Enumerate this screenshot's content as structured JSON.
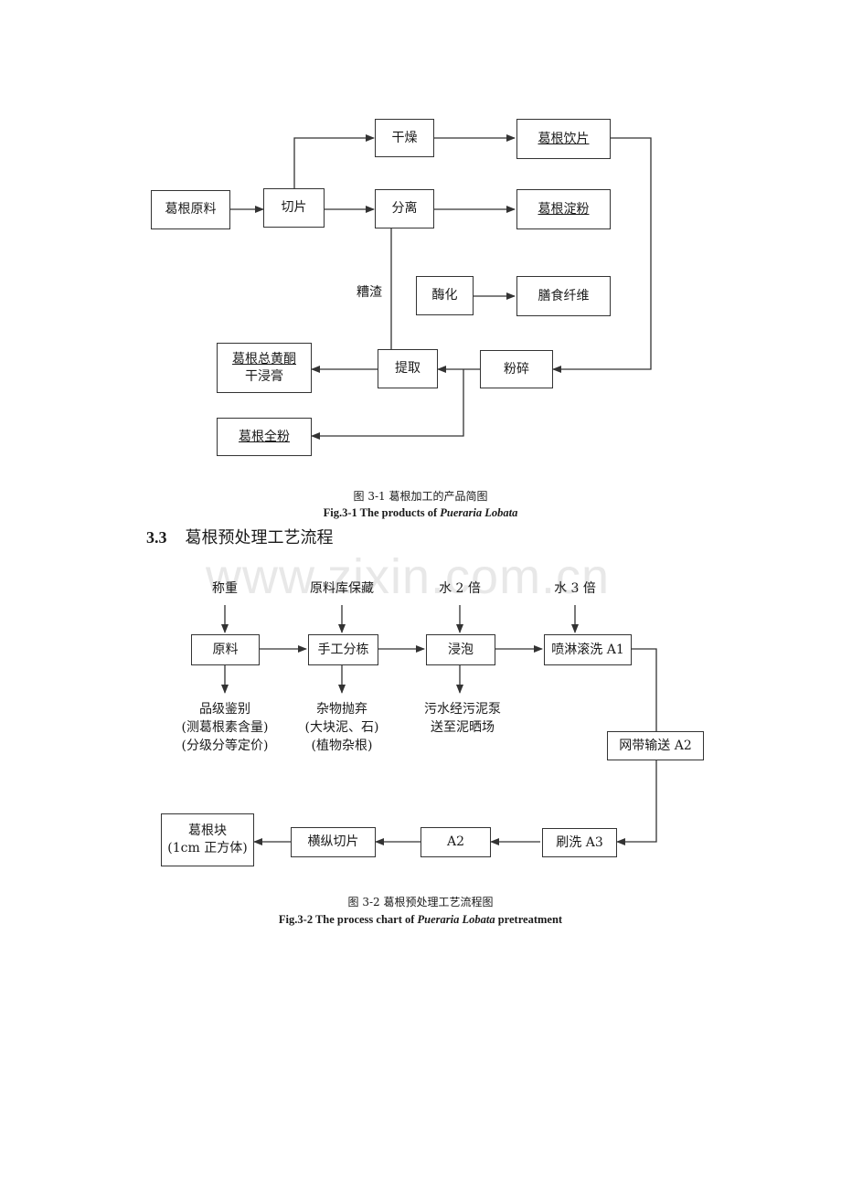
{
  "watermark": "www.zixin.com.cn",
  "fig1": {
    "nodes": {
      "raw": "葛根原料",
      "slice": "切片",
      "dry": "干燥",
      "separate": "分离",
      "drink_slice": "葛根饮片",
      "starch": "葛根淀粉",
      "enzyme": "酶化",
      "fiber": "膳食纤维",
      "extract": "提取",
      "crush": "粉碎",
      "flavone_line1": "葛根总黄酮",
      "flavone_line2": "干浸膏",
      "whole_powder": "葛根全粉"
    },
    "residue_label": "糟渣",
    "caption_cn": "图 3-1  葛根加工的产品简图",
    "caption_en_prefix": "Fig.3-1 The products of ",
    "caption_en_italic": "Pueraria Lobata",
    "caption_en_suffix": ""
  },
  "section": {
    "number": "3.3",
    "title": "葛根预处理工艺流程"
  },
  "fig2": {
    "inputs": {
      "weigh": "称重",
      "storage": "原料库保藏",
      "water2": "水 2 倍",
      "water3": "水 3 倍"
    },
    "nodes": {
      "raw": "原料",
      "sort": "手工分栋",
      "soak": "浸泡",
      "spray_wash": "喷淋滚洗 A1",
      "belt": "网带输送 A2",
      "brush": "刷洗 A3",
      "a2": "A2",
      "cut": "横纵切片",
      "block_line1": "葛根块",
      "block_line2": "(1cm 正方体)"
    },
    "outputs": {
      "grade": [
        "品级鉴别",
        "(测葛根素含量)",
        "(分级分等定价)"
      ],
      "discard": [
        "杂物抛弃",
        "(大块泥、石)",
        "(植物杂根)"
      ],
      "sewage": [
        "污水经污泥泵",
        "送至泥晒场"
      ]
    },
    "caption_cn": "图 3-2  葛根预处理工艺流程图",
    "caption_en_prefix": "Fig.3-2 The process chart of ",
    "caption_en_italic": "Pueraria Lobata",
    "caption_en_suffix": " pretreatment"
  }
}
